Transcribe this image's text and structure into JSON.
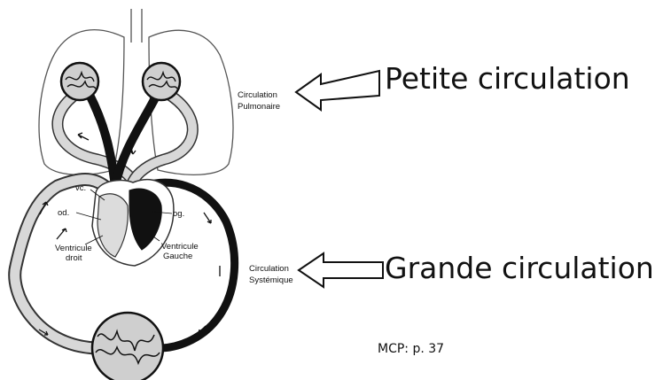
{
  "labels": {
    "petite": "Petite circulation",
    "grande": "Grande circulation",
    "pulm1": "Circulation",
    "pulm2": "Pulmonaire",
    "syst1": "Circulation",
    "syst2": "Systémique",
    "vc": "vc.",
    "od": "od.",
    "og": "og.",
    "vd1": "Ventricule",
    "vd2": "droit",
    "vg1": "Ventricule",
    "vg2": "Gauche",
    "ref": "MCP: p. 37"
  }
}
